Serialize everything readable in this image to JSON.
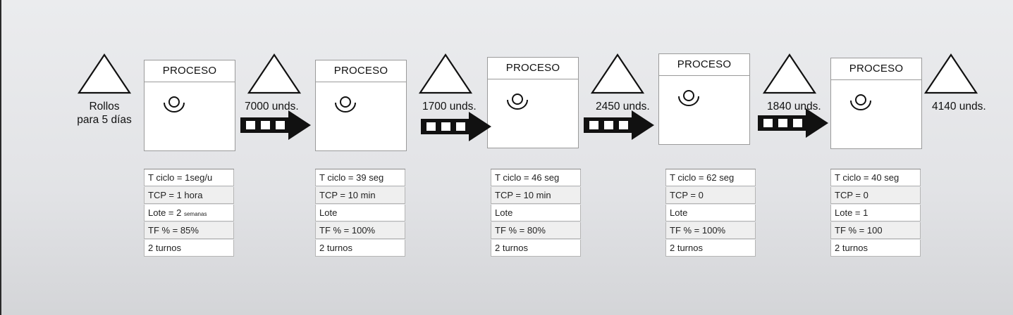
{
  "diagram": {
    "process_label": "PROCESO",
    "start_inventory": {
      "line1": "Rollos",
      "line2": "para 5 días"
    },
    "inventories": [
      "7000 unds.",
      "1700 unds.",
      "2450 unds.",
      "1840 unds.",
      "4140 unds."
    ],
    "processes": [
      {
        "label": "PROCESO",
        "rows": [
          "T ciclo = 1seg/u",
          "TCP = 1 hora",
          "Lote = 2",
          "TF % = 85%",
          "2 turnos"
        ],
        "lote_suffix": "semanas"
      },
      {
        "label": "PROCESO",
        "rows": [
          "T ciclo = 39 seg",
          "TCP = 10 min",
          "Lote",
          "TF % = 100%",
          "2 turnos"
        ],
        "lote_suffix": ""
      },
      {
        "label": "PROCESO",
        "rows": [
          "T ciclo = 46 seg",
          "TCP = 10 min",
          "Lote",
          "TF % = 80%",
          "2 turnos"
        ],
        "lote_suffix": ""
      },
      {
        "label": "PROCESO",
        "rows": [
          "T ciclo = 62 seg",
          "TCP = 0",
          "Lote",
          "TF % = 100%",
          "2 turnos"
        ],
        "lote_suffix": ""
      },
      {
        "label": "PROCESO",
        "rows": [
          "T ciclo = 40 seg",
          "TCP = 0",
          "Lote = 1",
          "TF % = 100",
          "2 turnos"
        ],
        "lote_suffix": ""
      }
    ]
  }
}
